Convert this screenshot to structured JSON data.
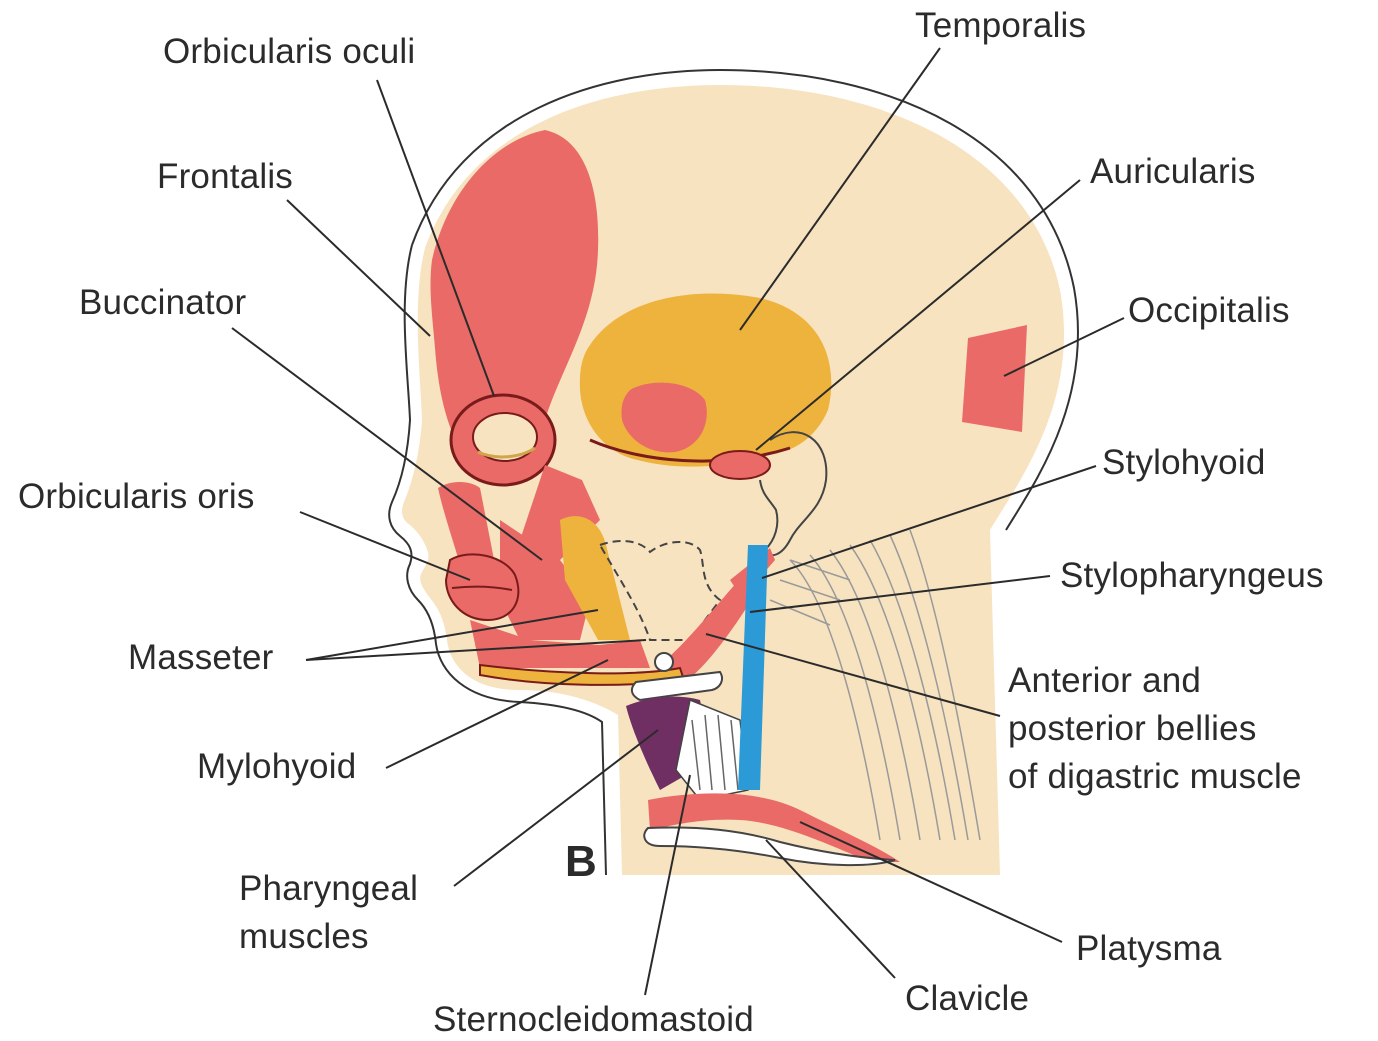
{
  "figure": {
    "panel_letter": "B",
    "colors": {
      "skin": "#f7e3c0",
      "muscle_red": "#e96a67",
      "temporalis_gold": "#eeb33d",
      "artery_blue": "#2c9ad6",
      "pharyngeal_purple": "#6f2f63",
      "outline": "#333333"
    }
  },
  "labels": {
    "temporalis": "Temporalis",
    "orbicularis_oculi": "Orbicularis oculi",
    "frontalis": "Frontalis",
    "auricularis": "Auricularis",
    "buccinator": "Buccinator",
    "occipitalis": "Occipitalis",
    "stylohyoid": "Stylohyoid",
    "orbicularis_oris": "Orbicularis oris",
    "stylopharyngeus": "Stylopharyngeus",
    "masseter": "Masseter",
    "digastric_line1": "Anterior and",
    "digastric_line2": "posterior bellies",
    "digastric_line3": "of digastric muscle",
    "mylohyoid": "Mylohyoid",
    "pharyngeal_line1": "Pharyngeal",
    "pharyngeal_line2": "muscles",
    "platysma": "Platysma",
    "clavicle": "Clavicle",
    "sternocleidomastoid": "Sternocleidomastoid"
  }
}
